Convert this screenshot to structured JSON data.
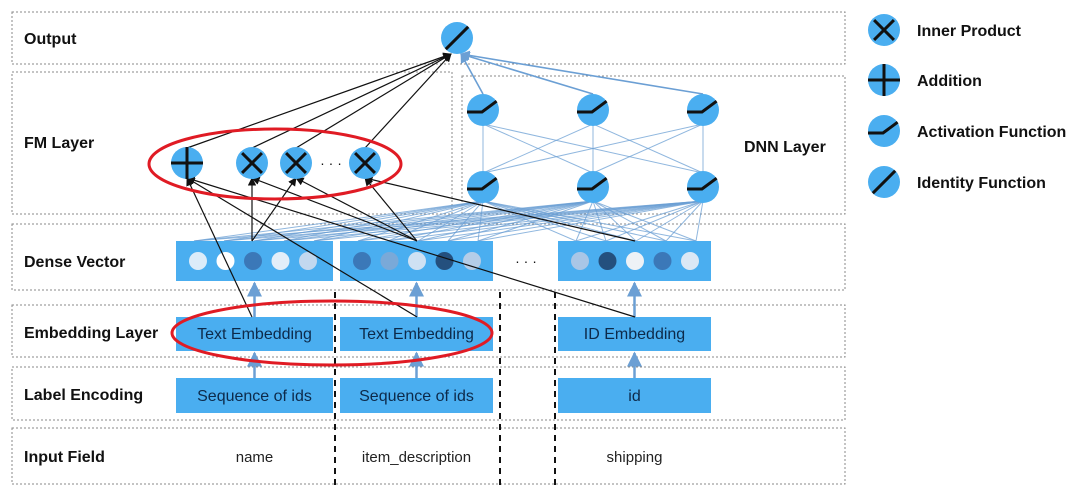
{
  "rows": {
    "output": "Output",
    "fm_layer": "FM Layer",
    "dnn_layer": "DNN Layer",
    "dense_vector": "Dense Vector",
    "embedding_layer": "Embedding Layer",
    "label_encoding": "Label Encoding",
    "input_field": "Input Field"
  },
  "columns": [
    {
      "input_field": "name",
      "label_encoding": "Sequence of ids",
      "embedding": "Text Embedding",
      "dense_dots": [
        "#dcecf9",
        "#ffffff",
        "#3b78b8",
        "#e3eef9",
        "#c2d8ef"
      ]
    },
    {
      "input_field": "item_description",
      "label_encoding": "Sequence of ids",
      "embedding": "Text Embedding",
      "dense_dots": [
        "#3b78b8",
        "#7aa9d8",
        "#cfe1f3",
        "#24507e",
        "#b4cde8"
      ]
    },
    {
      "input_field": "shipping",
      "label_encoding": "id",
      "embedding": "ID Embedding",
      "dense_dots": [
        "#a9c6e6",
        "#24507e",
        "#eef2f6",
        "#3b78b8",
        "#dbe8f5"
      ]
    }
  ],
  "ellipsis": "· · ·",
  "fm_nodes": [
    "addition",
    "inner-product",
    "inner-product",
    "inner-product"
  ],
  "dnn_nodes": {
    "rows": 2,
    "per_row": 3,
    "type": "activation"
  },
  "output_node": "identity",
  "legend": [
    {
      "icon": "inner-product",
      "label": "Inner Product"
    },
    {
      "icon": "addition",
      "label": "Addition"
    },
    {
      "icon": "activation",
      "label": "Activation Function"
    },
    {
      "icon": "identity",
      "label": "Identity Function"
    }
  ],
  "colors": {
    "node_fill": "#4aaef0",
    "box_fill": "#4aaef0",
    "highlight": "#e01b24",
    "blue_line": "#6b9fd4",
    "black_line": "#111111",
    "dashed_border": "#888888"
  }
}
